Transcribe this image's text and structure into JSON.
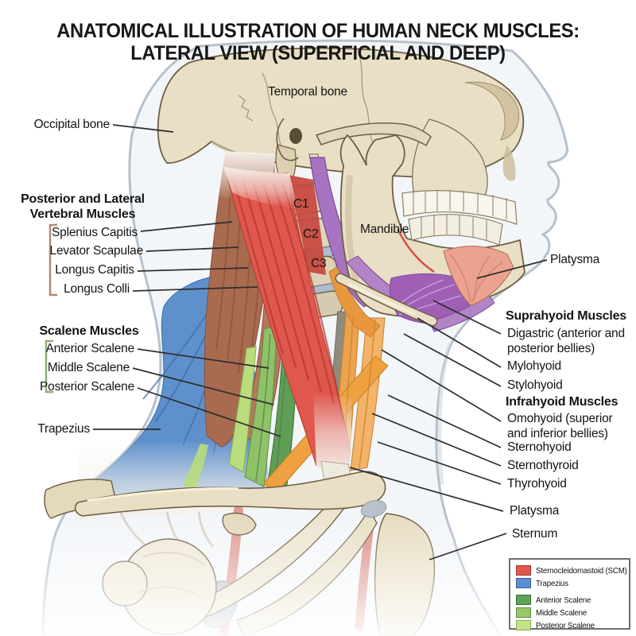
{
  "title": {
    "line1": "ANATOMICAL ILLUSTRATION OF HUMAN NECK MUSCLES:",
    "line2": "LATERAL VIEW  (SUPERFICIAL AND DEEP)"
  },
  "labels": {
    "occipital_bone": "Occipital bone",
    "temporal_bone": "Temporal bone",
    "c1": "C1",
    "c2": "C2",
    "c3": "C3",
    "mandible": "Mandible",
    "vertebral_header_1": "Posterior and Lateral",
    "vertebral_header_2": "Vertebral Muscles",
    "splenius": "Splenius Capitis",
    "levator": "Levator Scapulae",
    "longus_capitis": "Longus Capitis",
    "longus_colli": "Longus Colli",
    "scalene_header": "Scalene Muscles",
    "anterior_scalene": "Anterior Scalene",
    "middle_scalene": "Middle Scalene",
    "posterior_scalene": "Posterior Scalene",
    "trapezius": "Trapezius",
    "platysma_upper": "Platysma",
    "suprahyoid_header": "Suprahyoid Muscles",
    "digastric_1": "Digastric (anterior and",
    "digastric_2": "posterior bellies)",
    "mylohyoid": "Mylohyoid",
    "stylohyoid": "Stylohyoid",
    "infrahyoid_header": "Infrahyoid Muscles",
    "omohyoid_1": "Omohyoid (superior",
    "omohyoid_2": "and inferior bellies)",
    "sternohyoid": "Sternohyoid",
    "sternothyroid": "Sternothyroid",
    "thyrohyoid": "Thyrohyoid",
    "platysma_lower": "Platysma",
    "sternum": "Sternum"
  },
  "legend": {
    "items": [
      {
        "label": "Sternocleidomastoid (SCM)",
        "color": "#e0574e",
        "border": "#9c3b34"
      },
      {
        "label": "Trapezius",
        "color": "#5c8ed2",
        "border": "#3a5f99"
      },
      {
        "label": "Anterior Scalene",
        "color": "#5ea354",
        "border": "#3c6e38"
      },
      {
        "label": "Middle Scalene",
        "color": "#97c76b",
        "border": "#5f8f42"
      },
      {
        "label": "Posterior Scalene",
        "color": "#c3e283",
        "border": "#85a953"
      }
    ]
  },
  "colors": {
    "scm": "#e0574e",
    "trapezius": "#5e90cb",
    "anterior_scalene": "#5f9e55",
    "middle_scalene": "#8fc268",
    "posterior_scalene": "#b9dc7d",
    "suprahyoid_purple": "#9e5fb5",
    "infrahyoid_orange": "#eda24d",
    "platysma_pink": "#eba28f",
    "vertebral_brown": "#a96b4f",
    "bone": "#e9dfc4",
    "bone_outline": "#6e5f45",
    "skin_fill": "#f3f6f9",
    "skin_line": "#b6c1cc",
    "leader_line": "#2e2e2e",
    "bracket_vertebral": "#b08a6e",
    "bracket_scalene": "#8fae77"
  }
}
